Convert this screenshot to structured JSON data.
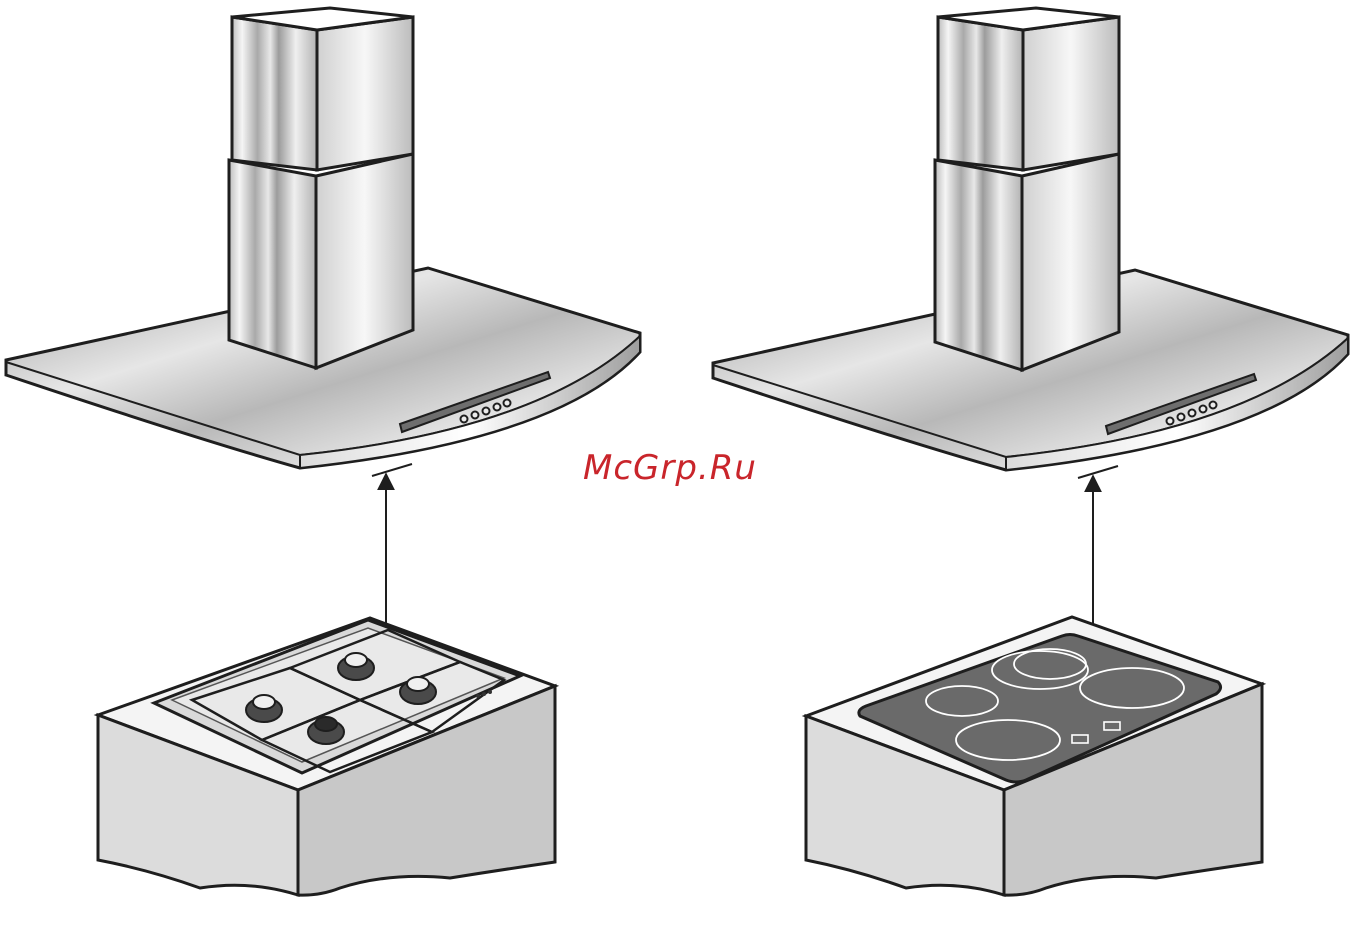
{
  "watermark": {
    "text": "McGrp.Ru",
    "color": "#c9252b"
  },
  "colors": {
    "outline": "#1e1e1e",
    "steel_light": "#f2f2f2",
    "steel_mid": "#cfcfcf",
    "steel_dark": "#8f8f8f",
    "cabinet_top": "#f4f4f4",
    "cabinet_front": "#dcdcdc",
    "cabinet_side": "#c8c8c8",
    "ceramic_glass": "#6a6a6a",
    "gas_hob_metal": "#d9d9d9"
  },
  "scenes": [
    {
      "name": "gas-hob-scene",
      "hob": "gas"
    },
    {
      "name": "ceramic-hob-scene",
      "hob": "ceramic"
    }
  ]
}
